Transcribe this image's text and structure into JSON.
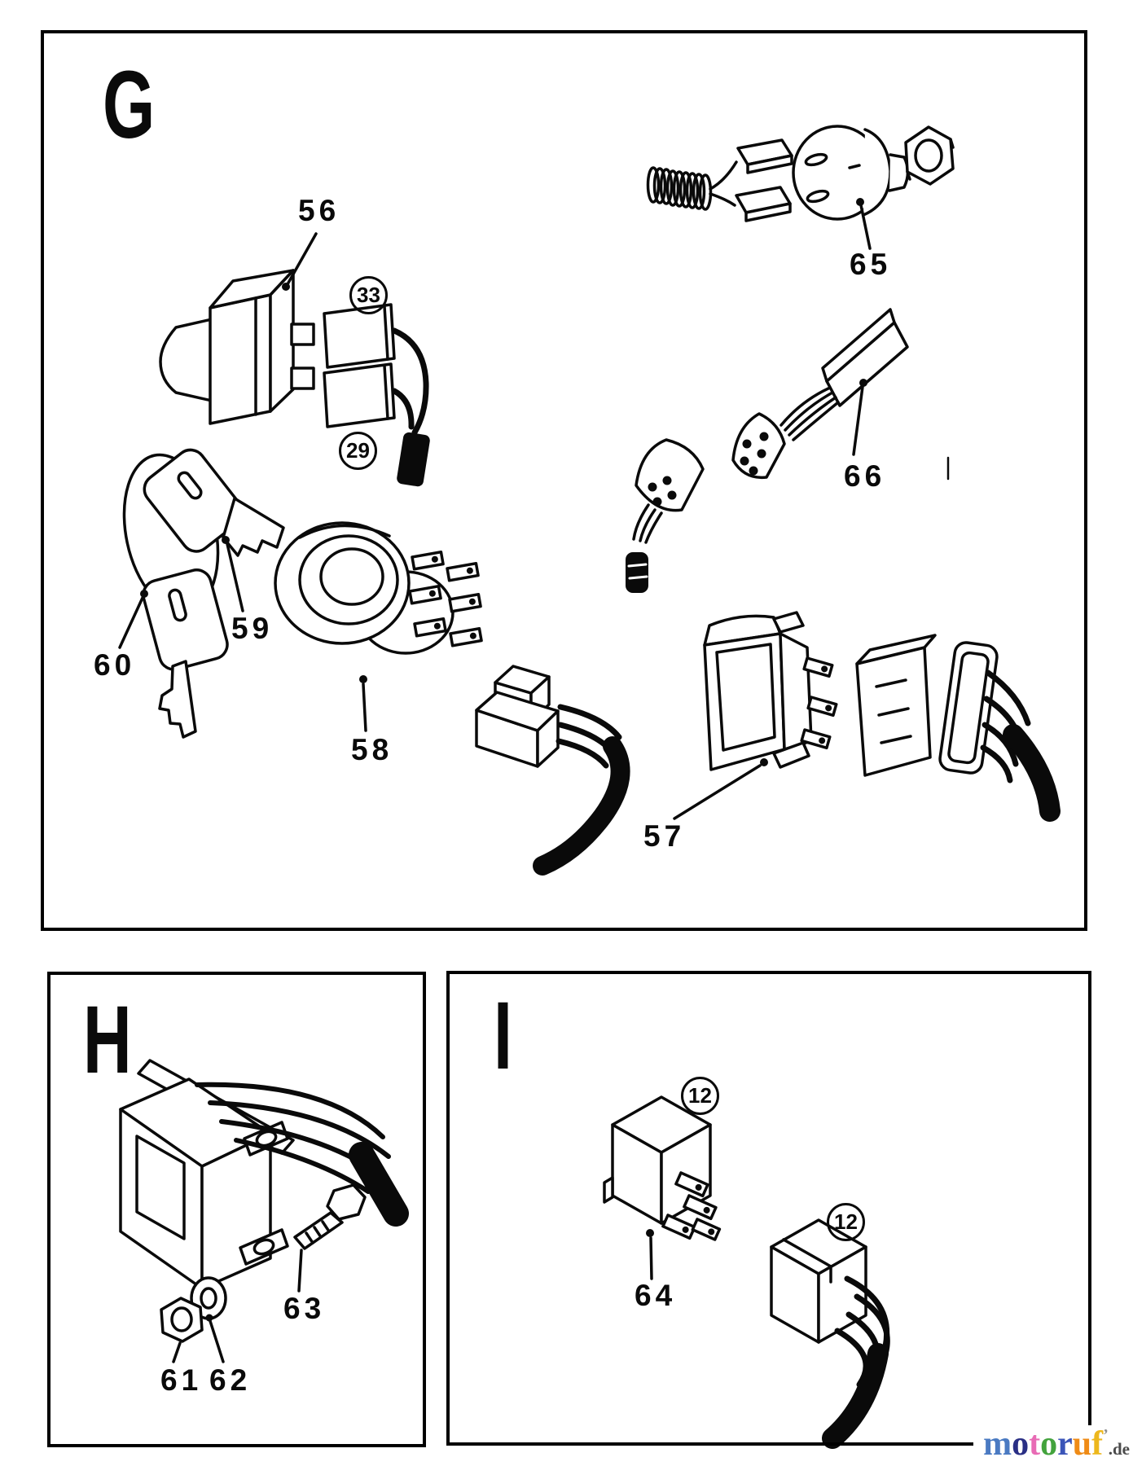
{
  "diagram": {
    "sections": {
      "g": {
        "letter": "G"
      },
      "h": {
        "letter": "H"
      },
      "i": {
        "letter": "I"
      }
    },
    "part_labels": {
      "p56": "56",
      "p57": "57",
      "p58": "58",
      "p59": "59",
      "p60": "60",
      "p61": "61",
      "p62": "62",
      "p63": "63",
      "p64": "64",
      "p65": "65",
      "p66": "66"
    },
    "circled_refs": {
      "c33": "33",
      "c29": "29",
      "c12_relay_a": "12",
      "c12_relay_b": "12"
    },
    "line_color": "#0a0a0a"
  },
  "watermark": {
    "letters": [
      {
        "char": "m",
        "color": "#4a7ac2"
      },
      {
        "char": "o",
        "color": "#2a2f85"
      },
      {
        "char": "t",
        "color": "#e86bb5"
      },
      {
        "char": "o",
        "color": "#43a33d"
      },
      {
        "char": "r",
        "color": "#3b55b8"
      },
      {
        "char": "u",
        "color": "#ef8b16"
      },
      {
        "char": "f",
        "color": "#edb71c"
      },
      {
        "char": "’",
        "color": "#8f8f8f",
        "raised": true
      }
    ],
    "suffix": ".de",
    "suffix_color": "#4a4a4a"
  }
}
